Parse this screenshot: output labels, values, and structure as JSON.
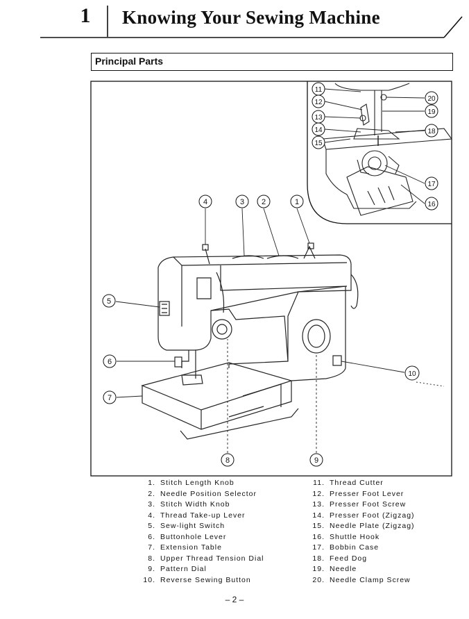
{
  "header": {
    "chapter_number": "1",
    "chapter_title": "Knowing Your Sewing Machine"
  },
  "section": {
    "title": "Principal Parts"
  },
  "callouts_main": [
    "1",
    "2",
    "3",
    "4",
    "5",
    "6",
    "7",
    "8",
    "9",
    "10"
  ],
  "callouts_detail": [
    "11",
    "12",
    "13",
    "14",
    "15",
    "16",
    "17",
    "18",
    "19",
    "20"
  ],
  "parts_left": [
    {
      "num": "1.",
      "name": "Stitch Length Knob"
    },
    {
      "num": "2.",
      "name": "Needle Position Selector"
    },
    {
      "num": "3.",
      "name": "Stitch Width Knob"
    },
    {
      "num": "4.",
      "name": "Thread Take-up Lever"
    },
    {
      "num": "5.",
      "name": "Sew-light Switch"
    },
    {
      "num": "6.",
      "name": "Buttonhole Lever"
    },
    {
      "num": "7.",
      "name": "Extension Table"
    },
    {
      "num": "8.",
      "name": "Upper Thread Tension Dial"
    },
    {
      "num": "9.",
      "name": "Pattern Dial"
    },
    {
      "num": "10.",
      "name": "Reverse Sewing Button"
    }
  ],
  "parts_right": [
    {
      "num": "11.",
      "name": "Thread Cutter"
    },
    {
      "num": "12.",
      "name": "Presser Foot Lever"
    },
    {
      "num": "13.",
      "name": "Presser Foot Screw"
    },
    {
      "num": "14.",
      "name": "Presser Foot (Zigzag)"
    },
    {
      "num": "15.",
      "name": "Needle Plate (Zigzag)"
    },
    {
      "num": "16.",
      "name": "Shuttle Hook"
    },
    {
      "num": "17.",
      "name": "Bobbin Case"
    },
    {
      "num": "18.",
      "name": "Feed Dog"
    },
    {
      "num": "19.",
      "name": "Needle"
    },
    {
      "num": "20.",
      "name": "Needle Clamp Screw"
    }
  ],
  "footer": {
    "page_number": "– 2 –"
  }
}
